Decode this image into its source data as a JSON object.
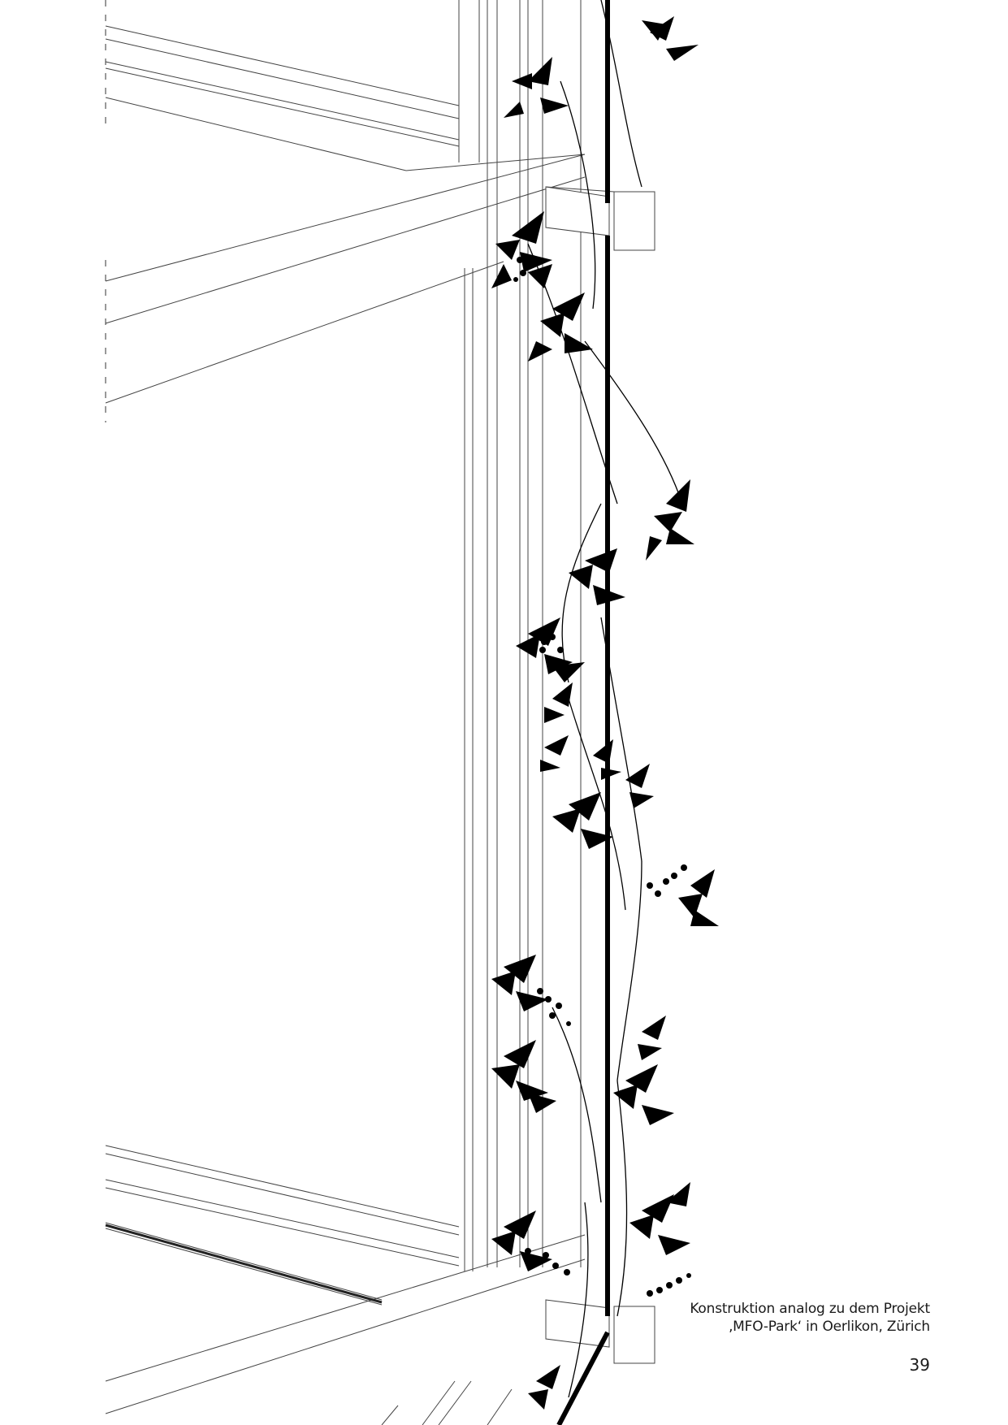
{
  "caption": {
    "line1": "Konstruktion analog zu dem Projekt",
    "line2": "‚MFO-Park‘ in Oerlikon, Zürich"
  },
  "page_number": "39",
  "illustration": {
    "icon": "climbing-plant-facade-drawing",
    "line_color": "#000000",
    "background_color": "#ffffff"
  }
}
